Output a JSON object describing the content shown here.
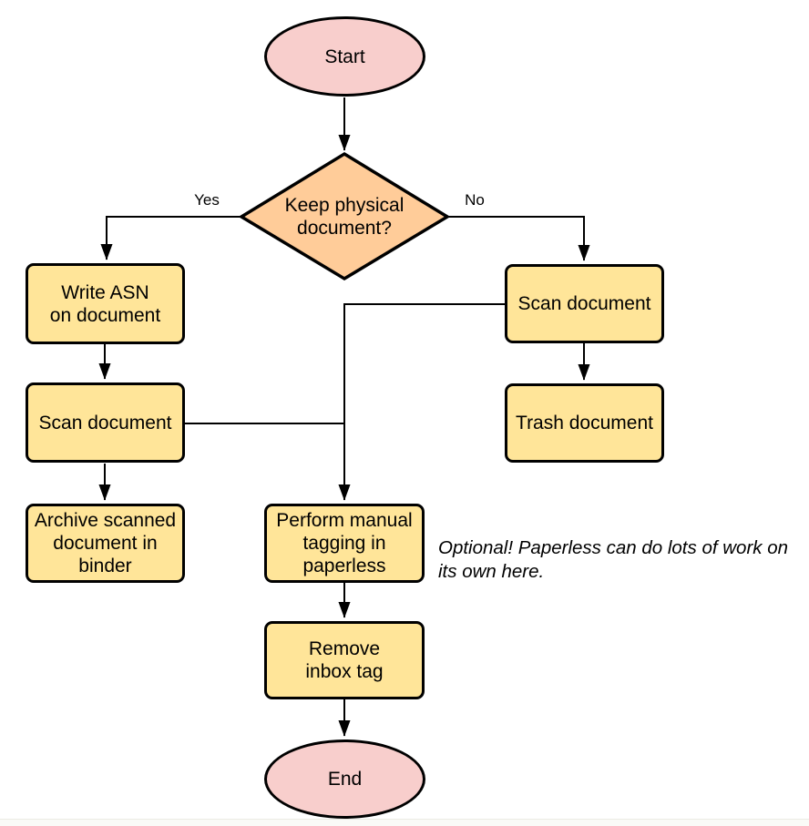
{
  "colors": {
    "process": "#FFE599",
    "decision": "#FFCC99",
    "terminal": "#F8CECC",
    "stroke": "#000000",
    "footer_bg": "#fafaf7",
    "footer_line": "#ebebe4"
  },
  "nodes": {
    "start": {
      "type": "terminal",
      "label": "Start"
    },
    "decision": {
      "type": "decision",
      "label": "Keep physical\ndocument?"
    },
    "write_asn": {
      "type": "process",
      "label": "Write ASN\non document"
    },
    "scan_left": {
      "type": "process",
      "label": "Scan document"
    },
    "archive": {
      "type": "process",
      "label": "Archive scanned\ndocument in\nbinder"
    },
    "scan_right": {
      "type": "process",
      "label": "Scan document"
    },
    "trash": {
      "type": "process",
      "label": "Trash document"
    },
    "perform_tagging": {
      "type": "process",
      "label": "Perform manual\ntagging in\npaperless"
    },
    "remove_inbox": {
      "type": "process",
      "label": "Remove\ninbox tag"
    },
    "end": {
      "type": "terminal",
      "label": "End"
    }
  },
  "edge_labels": {
    "yes": "Yes",
    "no": "No"
  },
  "edges": [
    {
      "from": "start",
      "to": "decision"
    },
    {
      "from": "decision",
      "to": "write_asn",
      "label": "Yes"
    },
    {
      "from": "decision",
      "to": "scan_right",
      "label": "No"
    },
    {
      "from": "write_asn",
      "to": "scan_left"
    },
    {
      "from": "scan_left",
      "to": "archive"
    },
    {
      "from": "scan_right",
      "to": "trash"
    },
    {
      "from": "scan_right",
      "to": "perform_tagging"
    },
    {
      "from": "scan_left",
      "to": "perform_tagging"
    },
    {
      "from": "perform_tagging",
      "to": "remove_inbox"
    },
    {
      "from": "remove_inbox",
      "to": "end"
    }
  ],
  "annotation": {
    "text": "Optional! Paperless can do lots of work on\nits own here."
  }
}
